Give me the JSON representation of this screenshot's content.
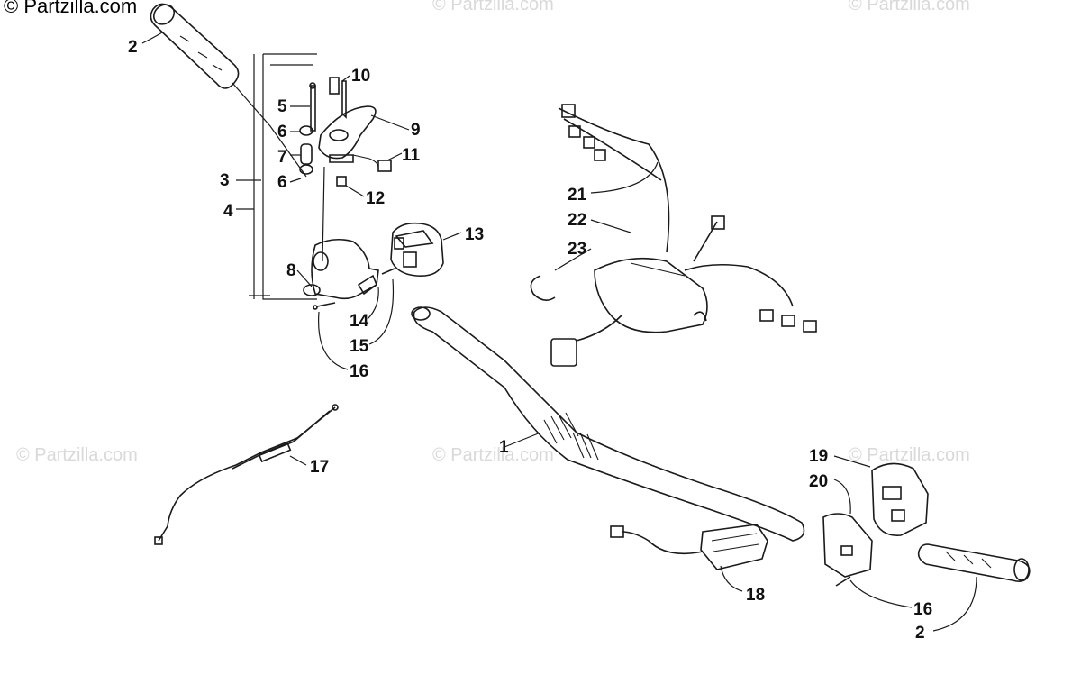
{
  "watermarks": {
    "primary": "© Partzilla.com",
    "faint": "© Partzilla.com"
  },
  "callouts": {
    "c1": "1",
    "c2a": "2",
    "c2b": "2",
    "c3": "3",
    "c4": "4",
    "c5": "5",
    "c6a": "6",
    "c6b": "6",
    "c7": "7",
    "c8": "8",
    "c9": "9",
    "c10": "10",
    "c11": "11",
    "c12": "12",
    "c13": "13",
    "c14": "14",
    "c15": "15",
    "c16a": "16",
    "c16b": "16",
    "c17": "17",
    "c18": "18",
    "c19": "19",
    "c20": "20",
    "c21": "21",
    "c22": "22",
    "c23": "23"
  }
}
